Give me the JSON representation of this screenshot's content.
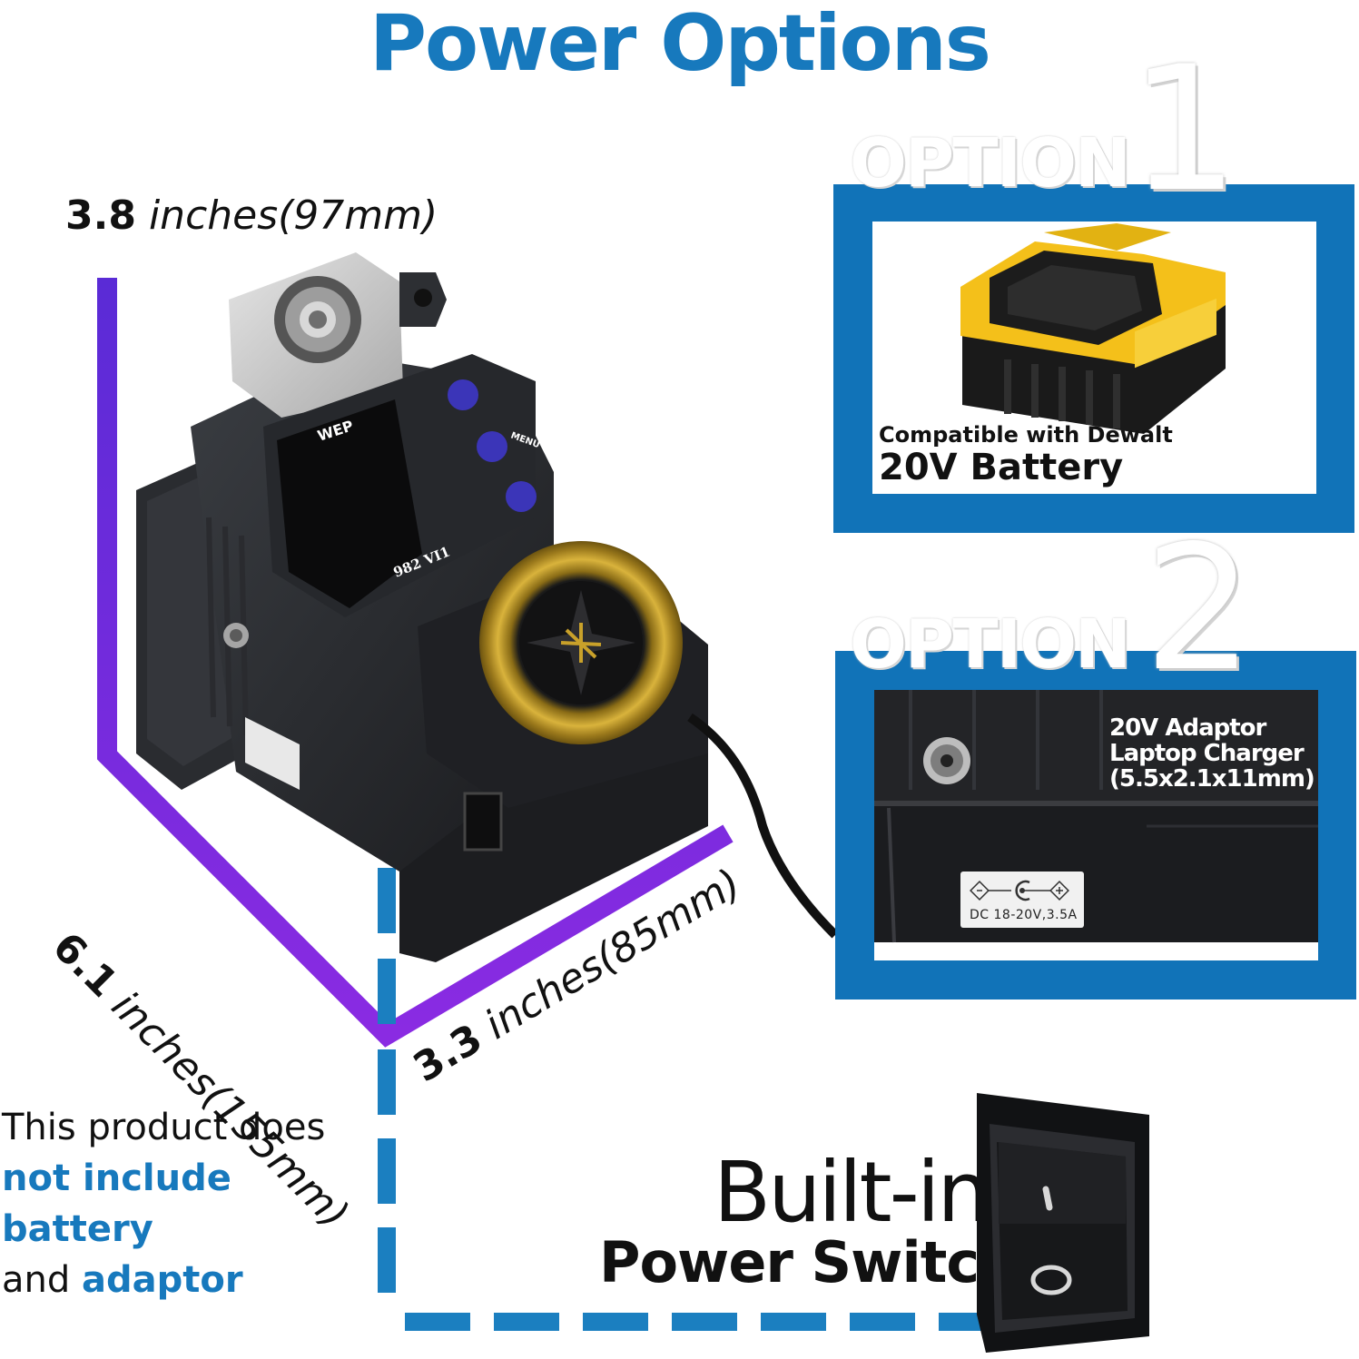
{
  "title": "Power Options",
  "dimensions": {
    "width": {
      "value": "3.8",
      "unit_text": "inches(97mm)"
    },
    "depth": {
      "value": "6.1",
      "unit_text": "inches(155mm)"
    },
    "height": {
      "value": "3.3",
      "unit_text": "inches(85mm)"
    }
  },
  "note": {
    "line1": "This product does",
    "line2_highlight": "not include battery",
    "line3_plain": "and ",
    "line3_highlight": "adaptor"
  },
  "option1": {
    "word": "OPTION",
    "number": "1",
    "caption_small": "Compatible with Dewalt",
    "caption_large": "20V Battery"
  },
  "option2": {
    "word": "OPTION",
    "number": "2",
    "adaptor_lines": [
      "20V Adaptor",
      "Laptop Charger",
      "(5.5x2.1x11mm)"
    ],
    "dc_rating": "DC 18-20V,3.5A"
  },
  "device": {
    "brand": "WEP",
    "model": "982 VI1",
    "menu_label": "MENU"
  },
  "switch": {
    "caption_line1": "Built-in",
    "caption_line2": "Power Switch"
  },
  "colors": {
    "accent_blue": "#1779bd",
    "panel_blue": "#1173b8",
    "dimension_gradient_top": "#5a2bd6",
    "dimension_gradient_bottom": "#8a2be2",
    "button_purple": "#3b35b8",
    "battery_yellow": "#f4c01a",
    "ring_gold": "#c9a12a"
  }
}
